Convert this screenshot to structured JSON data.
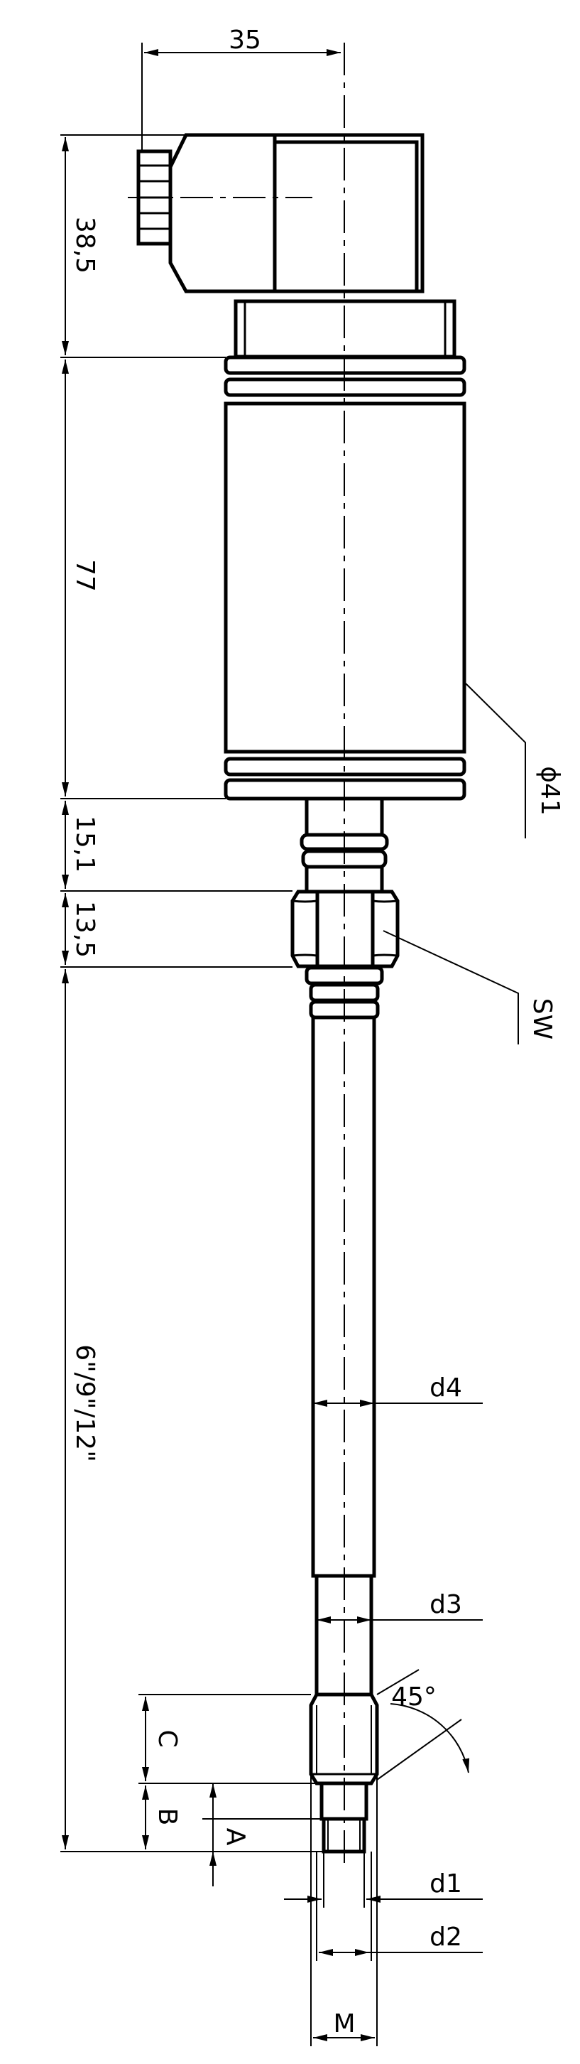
{
  "labels": {
    "width_top": "35",
    "h_connector": "38,5",
    "h_body": "77",
    "h_neck": "15,1",
    "h_hex": "13,5",
    "h_probe": "6\"/9\"/12\"",
    "diameter": "ϕ41",
    "wrench": "SW",
    "d4": "d4",
    "d3": "d3",
    "angle": "45°",
    "c": "C",
    "b": "B",
    "a": "A",
    "d1": "d1",
    "d2": "d2",
    "m": "M"
  }
}
